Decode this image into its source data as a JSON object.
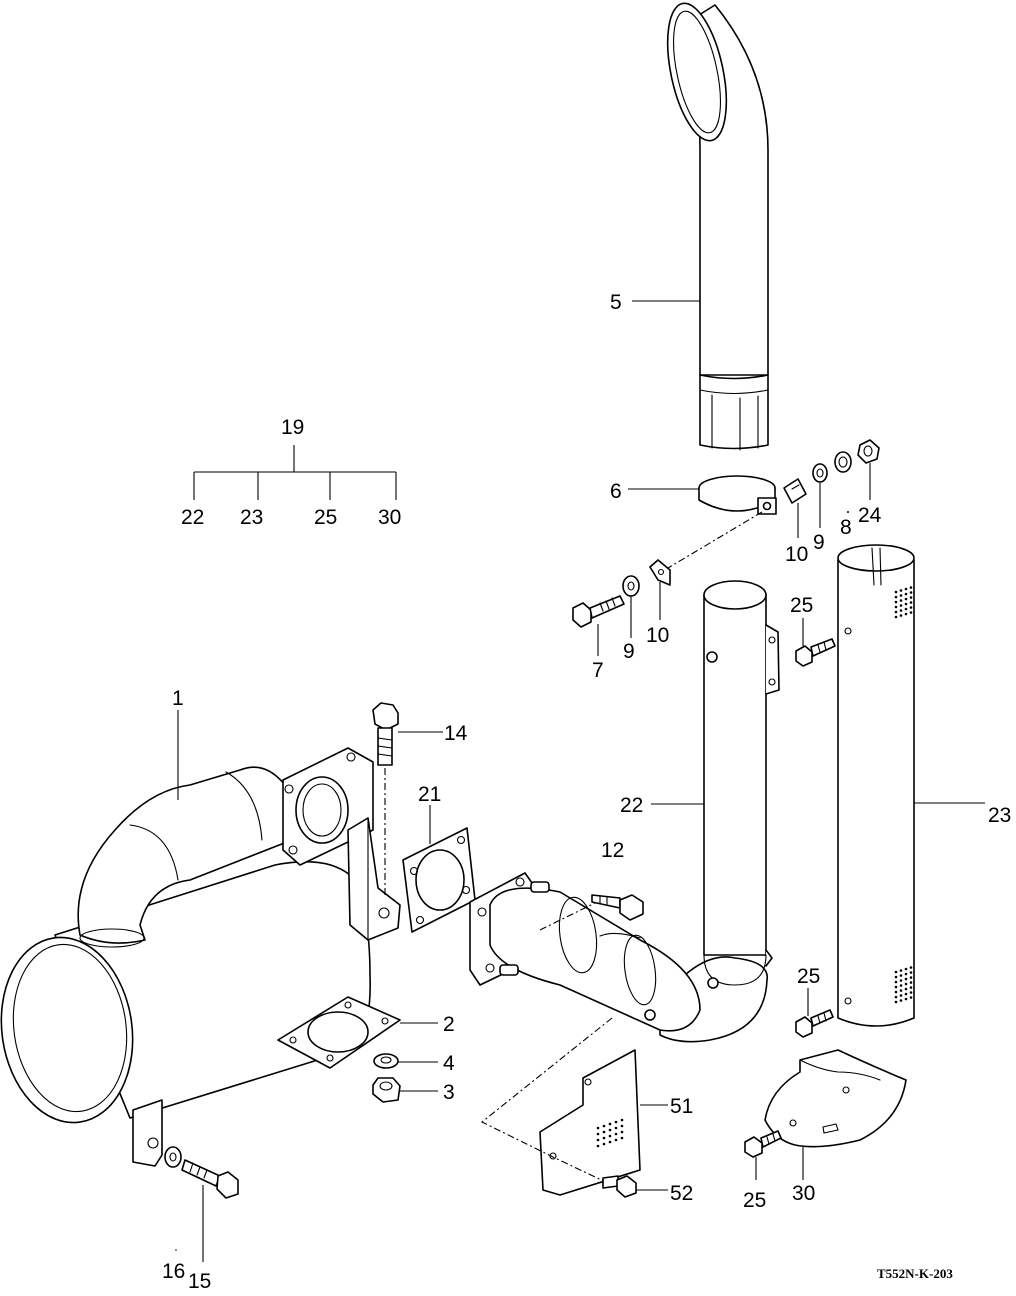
{
  "figure": {
    "code": "T552N-K-203",
    "callouts": [
      {
        "id": "c5",
        "text": "5"
      },
      {
        "id": "c6",
        "text": "6"
      },
      {
        "id": "c10a",
        "text": "10"
      },
      {
        "id": "c9a",
        "text": "9"
      },
      {
        "id": "c8",
        "text": "8"
      },
      {
        "id": "c24",
        "text": "24"
      },
      {
        "id": "c19",
        "text": "19"
      },
      {
        "id": "c22a",
        "text": "22"
      },
      {
        "id": "c23a",
        "text": "23"
      },
      {
        "id": "c25a",
        "text": "25"
      },
      {
        "id": "c30a",
        "text": "30"
      },
      {
        "id": "c7",
        "text": "7"
      },
      {
        "id": "c9b",
        "text": "9"
      },
      {
        "id": "c10b",
        "text": "10"
      },
      {
        "id": "c25b",
        "text": "25"
      },
      {
        "id": "c1",
        "text": "1"
      },
      {
        "id": "c14",
        "text": "14"
      },
      {
        "id": "c21",
        "text": "21"
      },
      {
        "id": "c22b",
        "text": "22"
      },
      {
        "id": "c23b",
        "text": "23"
      },
      {
        "id": "c12",
        "text": "12"
      },
      {
        "id": "c25c",
        "text": "25"
      },
      {
        "id": "c2",
        "text": "2"
      },
      {
        "id": "c4",
        "text": "4"
      },
      {
        "id": "c3",
        "text": "3"
      },
      {
        "id": "c51",
        "text": "51"
      },
      {
        "id": "c52",
        "text": "52"
      },
      {
        "id": "c25d",
        "text": "25"
      },
      {
        "id": "c30b",
        "text": "30"
      },
      {
        "id": "c16",
        "text": "16"
      },
      {
        "id": "c15",
        "text": "15"
      }
    ]
  }
}
